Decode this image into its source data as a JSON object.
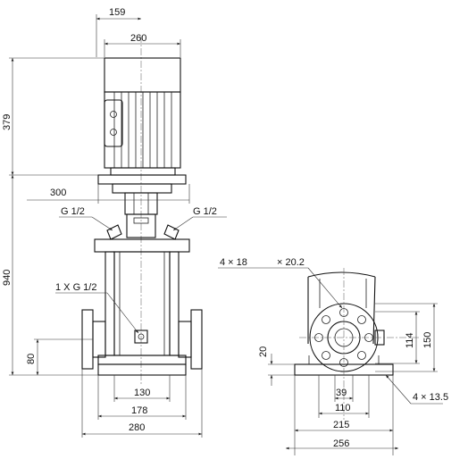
{
  "dimensions": {
    "top_width_159": "159",
    "motor_width_260": "260",
    "motor_height_379": "379",
    "flange_width_300": "300",
    "port_left": "G 1/2",
    "port_right": "G 1/2",
    "total_height_940": "940",
    "drain_port": "1 X G 1/2",
    "inlet_height_80": "80",
    "base_130": "130",
    "base_178": "178",
    "base_280": "280",
    "bolt_4x18": "4 × 18",
    "bolt_20_2": "× 20.2",
    "height_20": "20",
    "side_114": "114",
    "side_150": "150",
    "bottom_39": "39",
    "bottom_110": "110",
    "bottom_215": "215",
    "bottom_256": "256",
    "hole_4x13_5": "4 × 13.5"
  }
}
